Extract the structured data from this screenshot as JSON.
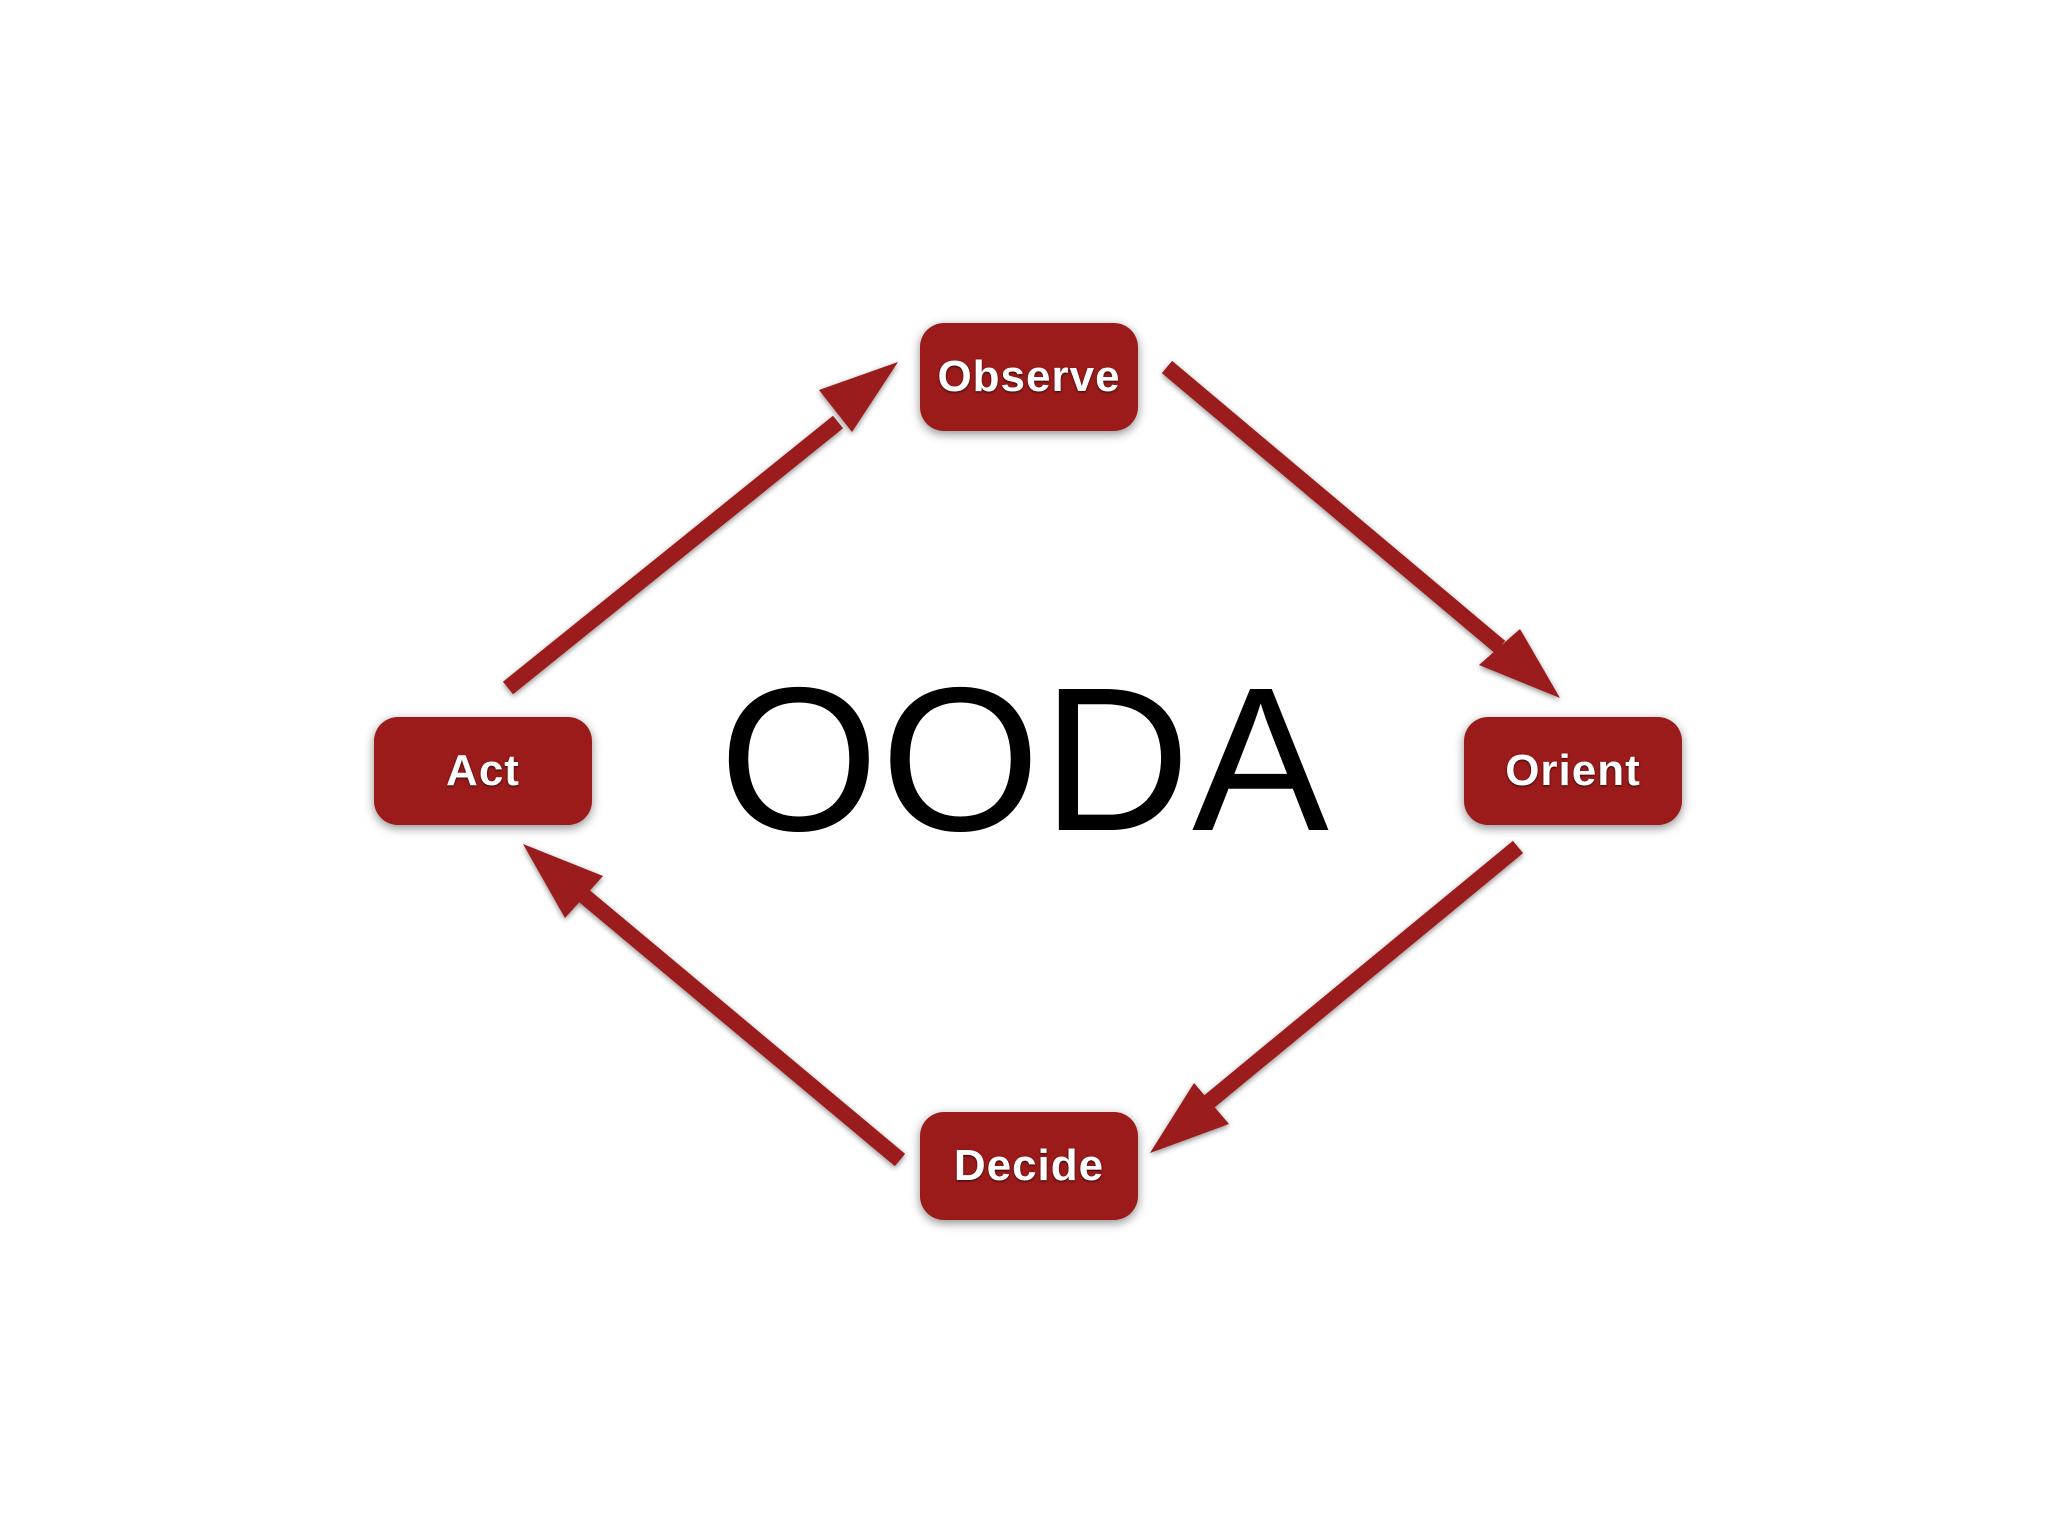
{
  "diagram": {
    "title": "OODA",
    "nodes": {
      "observe": "Observe",
      "orient": "Orient",
      "decide": "Decide",
      "act": "Act"
    },
    "cycle_order": [
      "Observe",
      "Orient",
      "Decide",
      "Act"
    ]
  },
  "colors": {
    "node_fill": "#9b1b1b",
    "arrow": "#9b1b1b",
    "node_text": "#ffffff",
    "title_text": "#000000",
    "background": "#ffffff"
  }
}
